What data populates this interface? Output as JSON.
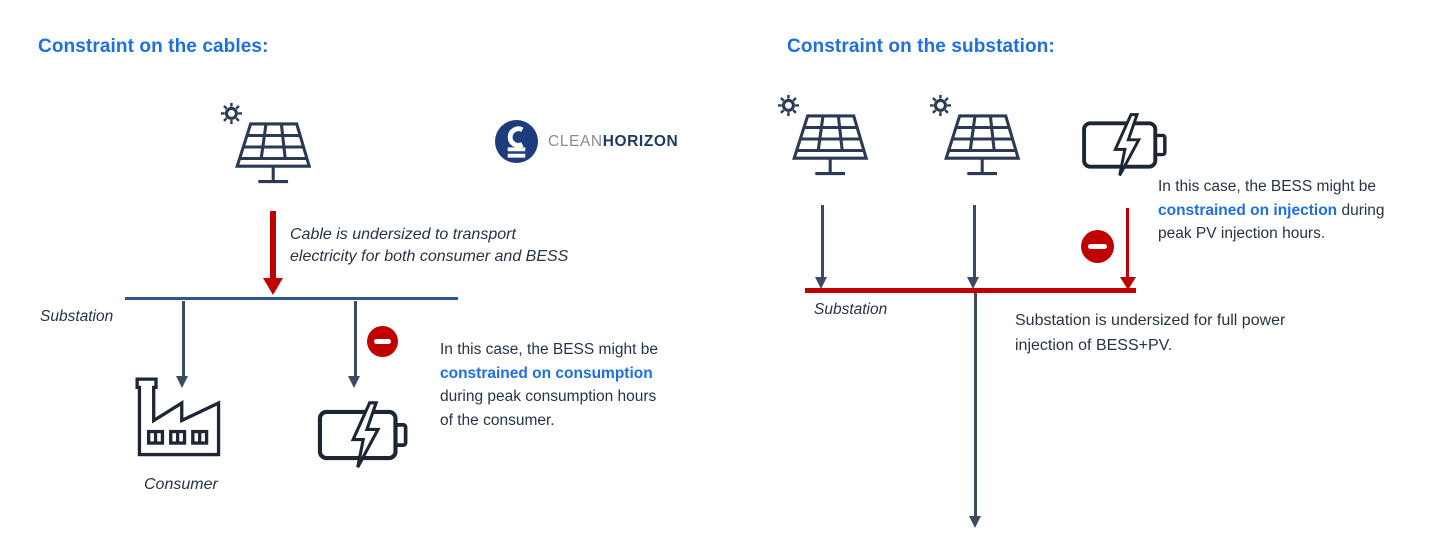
{
  "colors": {
    "background": "#ffffff",
    "accent-blue": "#1f6fe0",
    "dark-text": "#263445",
    "arrow-dark": "#3c4b60",
    "alert-red": "#c00000",
    "line-blue": "#2f5496",
    "icon-dark": "#1d2633",
    "icon-navy": "#2b3a52",
    "logo-navy": "#1d3c7c",
    "logo-gray": "#8c8c8c",
    "logo-text-navy": "#1f3864"
  },
  "left": {
    "title": "Constraint on the cables:",
    "cable_note": {
      "line1": "Cable is undersized to transport",
      "line2": "electricity for both consumer and BESS"
    },
    "substation_label": "Substation",
    "consumer_label": "Consumer",
    "bess_note": {
      "line1": "In this case, the BESS might be",
      "highlight": "constrained on consumption",
      "line3": "during peak consumption hours",
      "line4": "of the consumer."
    }
  },
  "logo": {
    "clean": "CLEAN",
    "horizon": "HORIZON"
  },
  "right": {
    "title": "Constraint on the substation:",
    "substation_label": "Substation",
    "bess_note": {
      "line1": "In this case, the BESS might be",
      "highlight": "constrained on injection",
      "suffix": " during",
      "line3": "peak PV injection hours."
    },
    "substation_note": {
      "line1": "Substation is undersized for full power",
      "line2": "injection of BESS+PV."
    }
  },
  "icons": {
    "solar_panel": "solar-panel-icon",
    "sun": "sun-icon",
    "factory": "factory-icon",
    "battery": "battery-icon",
    "no_entry": "no-entry-icon",
    "logo_mark": "cleanhorizon-logo-icon"
  }
}
